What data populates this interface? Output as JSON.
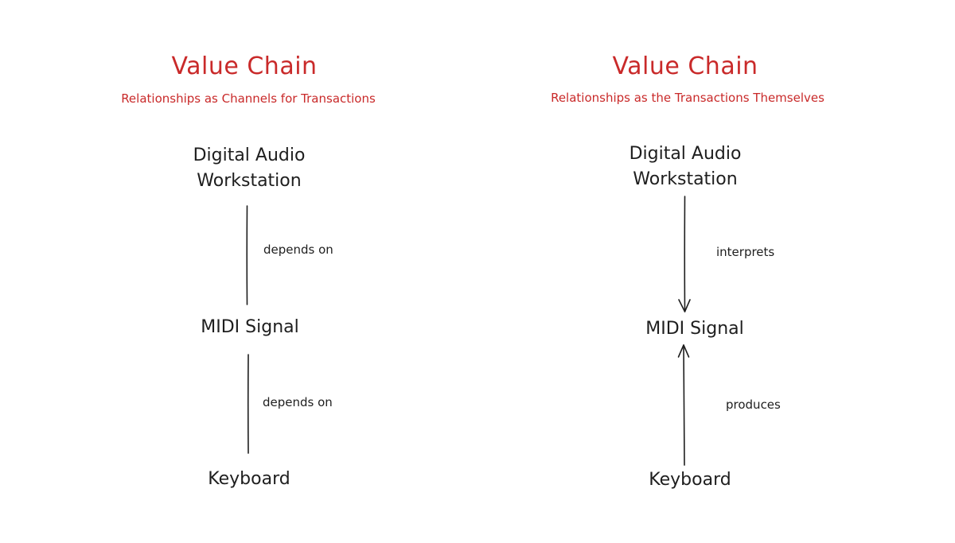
{
  "accent_color": "#c92a2a",
  "ink_color": "#1e1e1e",
  "left": {
    "title": "Value Chain",
    "subtitle": "Relationships as Channels for Transactions",
    "nodes": {
      "daw_line1": "Digital Audio",
      "daw_line2": "Workstation",
      "midi": "MIDI Signal",
      "keyboard": "Keyboard"
    },
    "edges": [
      {
        "from": "Digital Audio Workstation",
        "to": "MIDI Signal",
        "label": "depends on",
        "arrow": "none"
      },
      {
        "from": "MIDI Signal",
        "to": "Keyboard",
        "label": "depends on",
        "arrow": "none"
      }
    ]
  },
  "right": {
    "title": "Value Chain",
    "subtitle": "Relationships as the Transactions Themselves",
    "nodes": {
      "daw_line1": "Digital Audio",
      "daw_line2": "Workstation",
      "midi": "MIDI Signal",
      "keyboard": "Keyboard"
    },
    "edges": [
      {
        "from": "Digital Audio Workstation",
        "to": "MIDI Signal",
        "label": "interprets",
        "arrow": "end"
      },
      {
        "from": "Keyboard",
        "to": "MIDI Signal",
        "label": "produces",
        "arrow": "end"
      }
    ]
  }
}
